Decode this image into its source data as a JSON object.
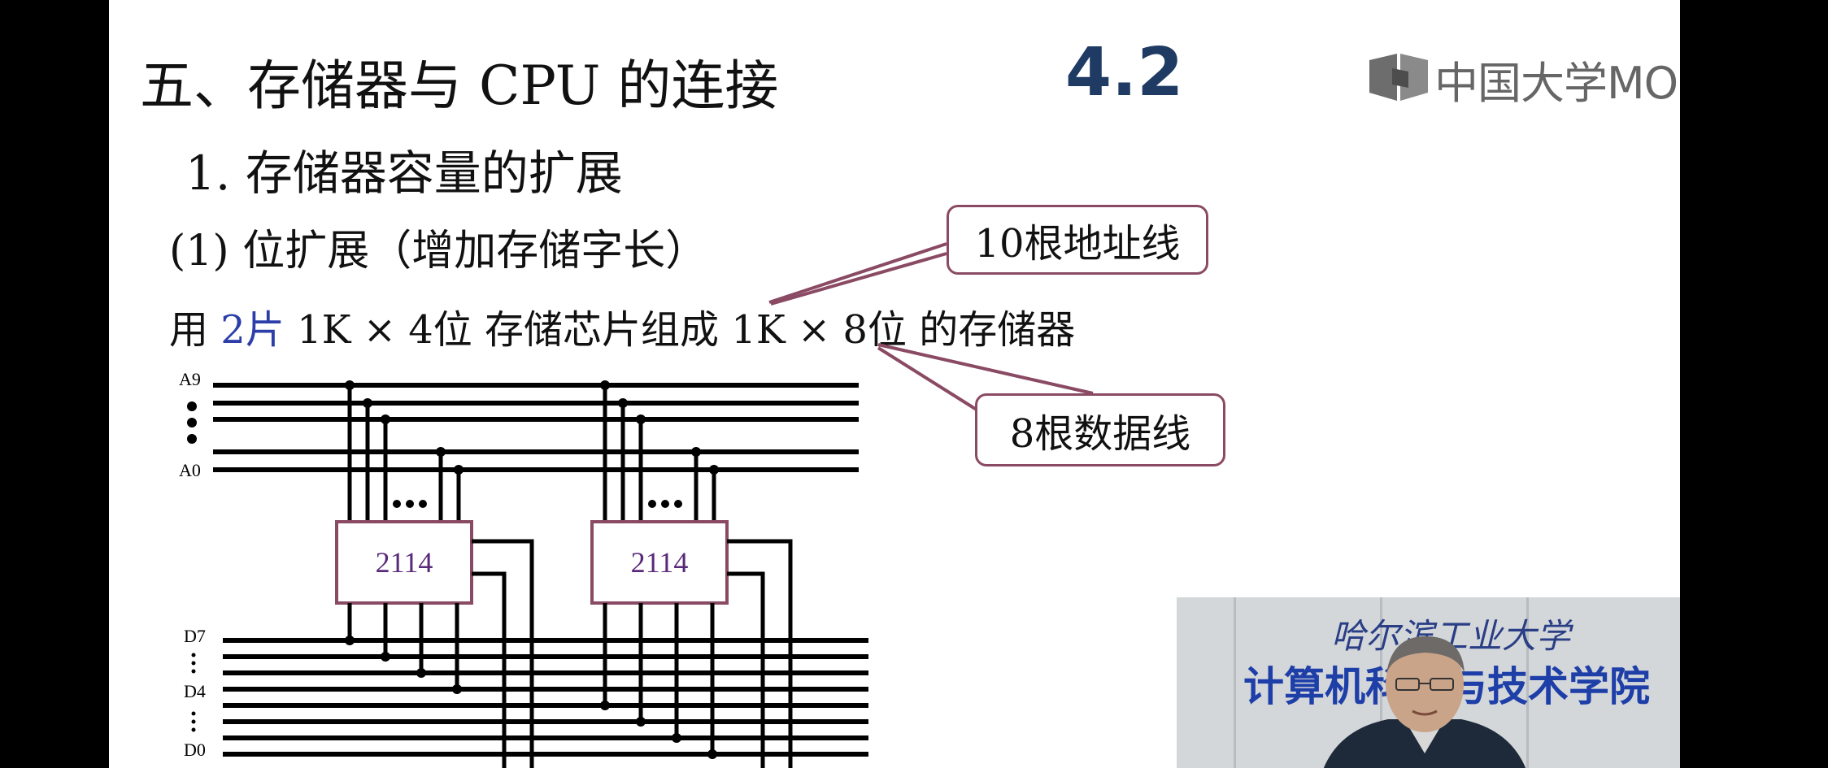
{
  "slide": {
    "title": "五、存储器与 CPU 的连接",
    "section_number": "4.2",
    "brand": "中国大学MOOC",
    "subtitle1": "1. 存储器容量的扩展",
    "subtitle2": "(1) 位扩展（增加存储字长）",
    "sentence": {
      "prefix": "用",
      "highlight": "2片",
      "middle": "1K × 4位 存储芯片组成 1K × 8位",
      "suffix": "的存储器"
    },
    "callout_address": "10根地址线",
    "callout_data": "8根数据线",
    "diagram": {
      "chip_labels": [
        "2114",
        "2114"
      ],
      "address_labels": {
        "top": "A9",
        "bottom": "A0"
      },
      "data_labels": [
        "D7",
        "D4",
        "D0"
      ]
    }
  },
  "video": {
    "university": "哈尔滨工业大学",
    "college": "计算机科学与技术学院"
  },
  "colors": {
    "title_blue": "#1f3b63",
    "highlight_blue": "#2c3fa8",
    "callout_border": "#8a4a63",
    "chip_text": "#5a2a7a"
  }
}
